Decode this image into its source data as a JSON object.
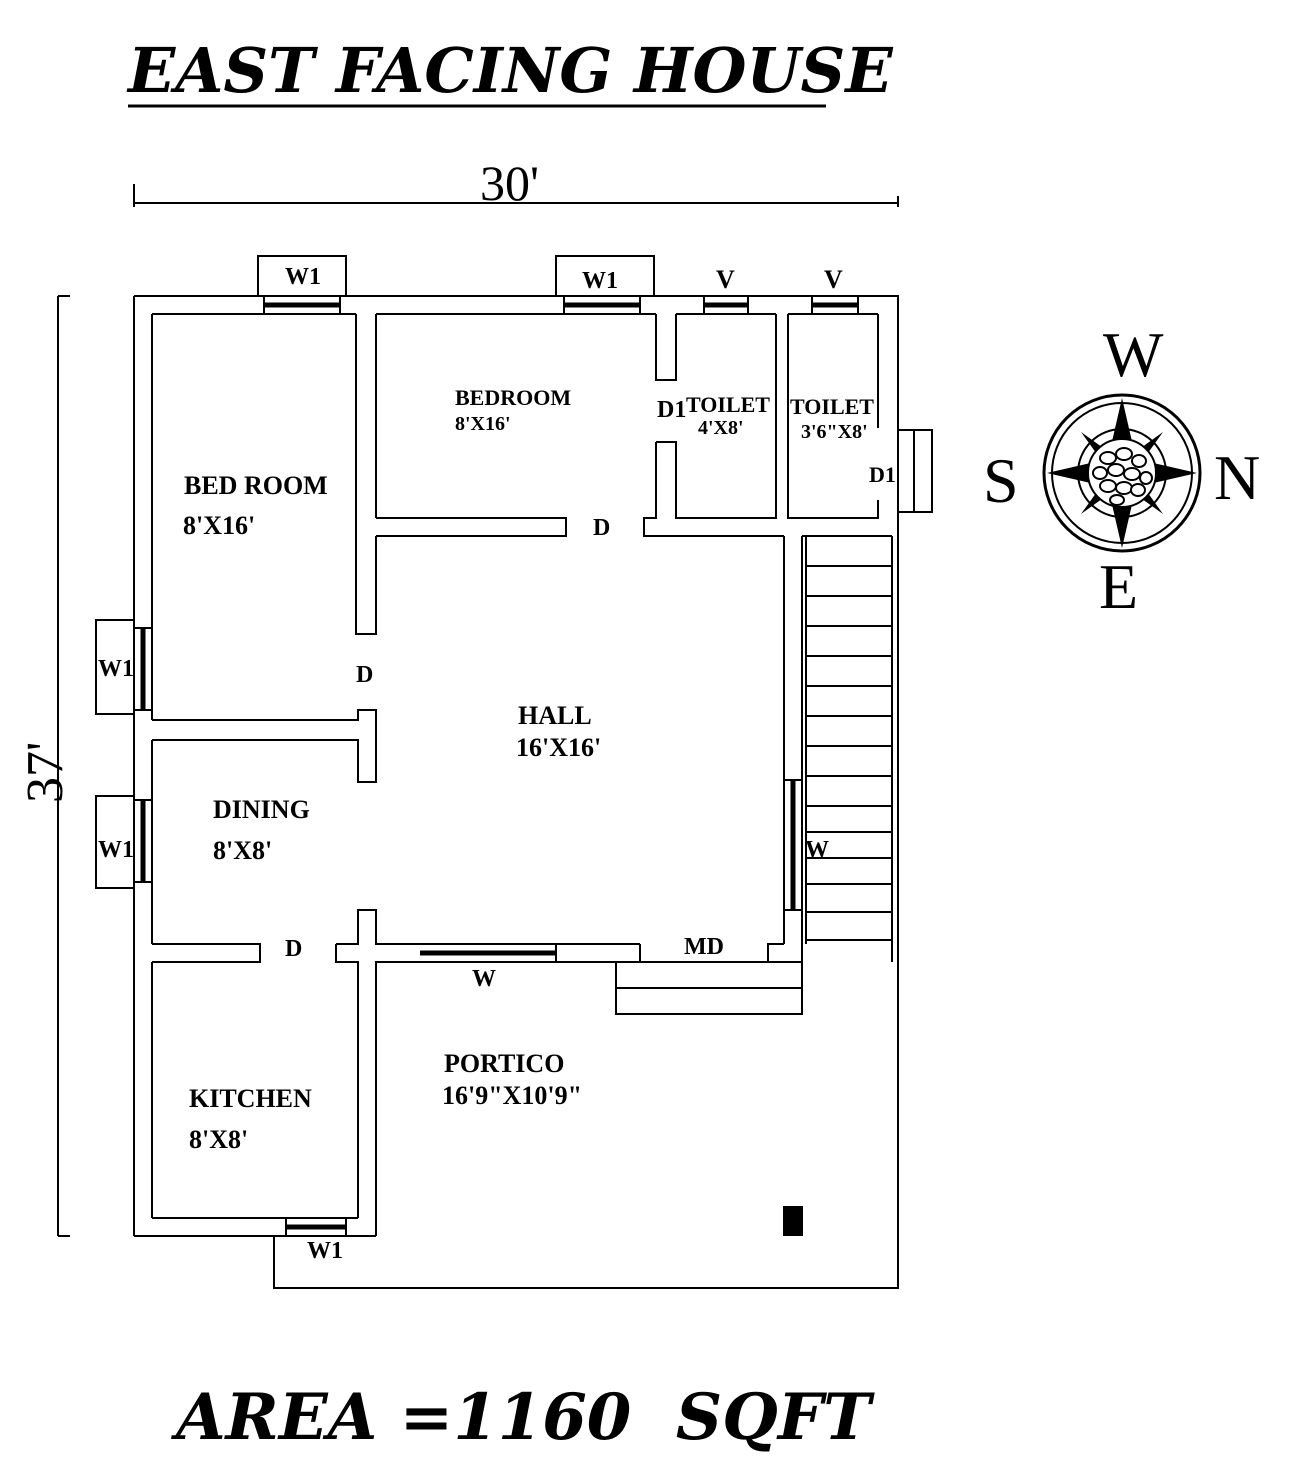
{
  "title": "EAST FACING HOUSE",
  "area": "AREA =1160  SQFT",
  "dimensions": {
    "width": "30'",
    "depth": "37'"
  },
  "compass": {
    "top": "W",
    "bottom": "E",
    "left": "S",
    "right": "N"
  },
  "rooms": {
    "bed_room_left": {
      "name": "BED ROOM",
      "size": "8'X16'"
    },
    "bedroom_top": {
      "name": "BEDROOM",
      "size": "8'X16'"
    },
    "toilet_1": {
      "name": "TOILET",
      "size": "4'X8'"
    },
    "toilet_2": {
      "name": "TOILET",
      "size": "3'6\"X8'"
    },
    "hall": {
      "name": "HALL",
      "size": "16'X16'"
    },
    "dining": {
      "name": "DINING",
      "size": "8'X8'"
    },
    "kitchen": {
      "name": "KITCHEN",
      "size": "8'X8'"
    },
    "portico": {
      "name": "PORTICO",
      "size": "16'9\"X10'9\""
    }
  },
  "openings": {
    "window_w1": "W1",
    "window_w": "W",
    "ventilator": "V",
    "door": "D",
    "door_d1": "D1",
    "main_door": "MD"
  }
}
